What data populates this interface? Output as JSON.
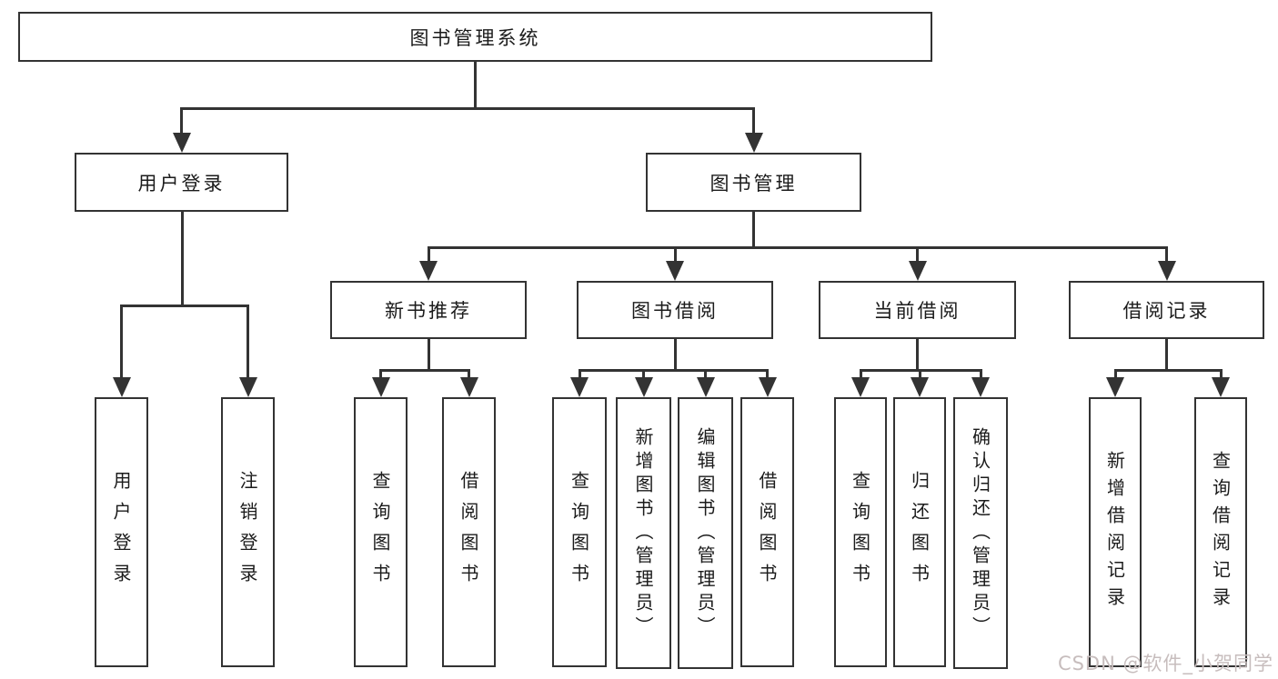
{
  "nodes": {
    "root": {
      "label": "图书管理系统"
    },
    "user_login": {
      "label": "用户登录"
    },
    "book_mgmt": {
      "label": "图书管理"
    },
    "login": {
      "label": "用户登录"
    },
    "logout": {
      "label": "注销登录"
    },
    "new_book_rec": {
      "label": "新书推荐"
    },
    "book_borrow": {
      "label": "图书借阅"
    },
    "current_borrow": {
      "label": "当前借阅"
    },
    "borrow_record": {
      "label": "借阅记录"
    },
    "rec_query_book": {
      "label": "查询图书"
    },
    "rec_borrow_book": {
      "label": "借阅图书"
    },
    "bb_query_book": {
      "label": "查询图书"
    },
    "bb_add_book": {
      "label": "新增图书（管理员）"
    },
    "bb_edit_book": {
      "label": "编辑图书（管理员）"
    },
    "bb_borrow_book": {
      "label": "借阅图书"
    },
    "cb_query_book": {
      "label": "查询图书"
    },
    "cb_return_book": {
      "label": "归还图书"
    },
    "cb_confirm_return": {
      "label": "确认归还（管理员）"
    },
    "br_add_record": {
      "label": "新增借阅记录"
    },
    "br_query_record": {
      "label": "查询借阅记录"
    }
  },
  "hierarchy": [
    {
      "parent": "root",
      "children": [
        "user_login",
        "book_mgmt"
      ]
    },
    {
      "parent": "user_login",
      "children": [
        "login",
        "logout"
      ]
    },
    {
      "parent": "book_mgmt",
      "children": [
        "new_book_rec",
        "book_borrow",
        "current_borrow",
        "borrow_record"
      ]
    },
    {
      "parent": "new_book_rec",
      "children": [
        "rec_query_book",
        "rec_borrow_book"
      ]
    },
    {
      "parent": "book_borrow",
      "children": [
        "bb_query_book",
        "bb_add_book",
        "bb_edit_book",
        "bb_borrow_book"
      ]
    },
    {
      "parent": "current_borrow",
      "children": [
        "cb_query_book",
        "cb_return_book",
        "cb_confirm_return"
      ]
    },
    {
      "parent": "borrow_record",
      "children": [
        "br_add_record",
        "br_query_record"
      ]
    }
  ],
  "watermark": {
    "text": "CSDN @软件_小贺同学"
  },
  "colors": {
    "line": "#333333",
    "text": "#1b1b1b",
    "watermark": "#c7bdbd",
    "background": "#ffffff"
  }
}
